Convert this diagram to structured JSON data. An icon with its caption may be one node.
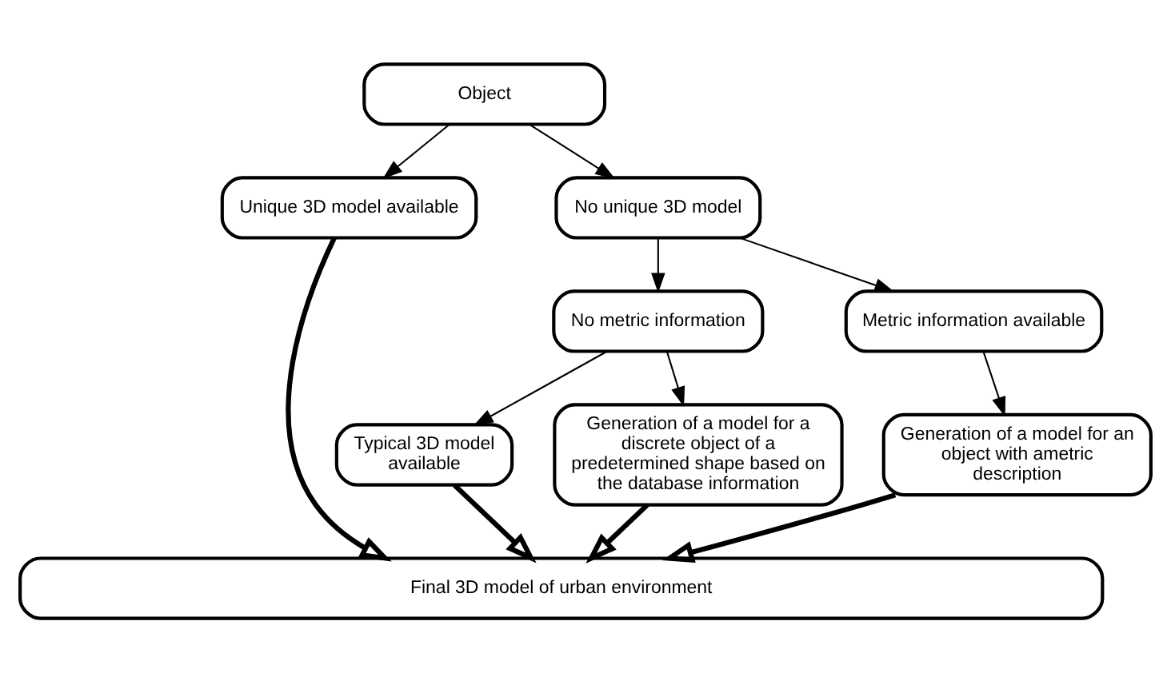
{
  "diagram": {
    "nodes": [
      {
        "text": [
          "Object"
        ]
      },
      {
        "text": [
          "Unique 3D model available"
        ]
      },
      {
        "text": [
          "No unique 3D model"
        ]
      },
      {
        "text": [
          "No metric information"
        ]
      },
      {
        "text": [
          "Metric information available"
        ]
      },
      {
        "text": [
          "Typical 3D model available"
        ]
      },
      {
        "text": [
          "Generation of a model for a discrete object of a predetermined shape based on the database information"
        ]
      },
      {
        "text": [
          "Generation of a model for an object with ametric description"
        ]
      },
      {
        "text": [
          "Final 3D model of urban environment"
        ]
      }
    ],
    "edges": [
      {
        "from": 0,
        "to": 1,
        "arrow": "to"
      },
      {
        "from": 0,
        "to": 2,
        "arrow": "to"
      },
      {
        "from": 2,
        "to": 3,
        "arrow": "to"
      },
      {
        "from": 2,
        "to": 4,
        "arrow": "to"
      },
      {
        "from": 3,
        "to": 5,
        "arrow": "to"
      },
      {
        "from": 3,
        "to": 6,
        "arrow": "to"
      },
      {
        "from": 4,
        "to": 7,
        "arrow": "to"
      },
      {
        "from": 1,
        "to": 8,
        "arrow": "to",
        "style": "thick"
      },
      {
        "from": 5,
        "to": 8,
        "arrow": "to",
        "style": "thick"
      },
      {
        "from": 6,
        "to": 8,
        "arrow": "to",
        "style": "thick"
      },
      {
        "from": 7,
        "to": 8,
        "arrow": "to",
        "style": "thick"
      }
    ]
  }
}
